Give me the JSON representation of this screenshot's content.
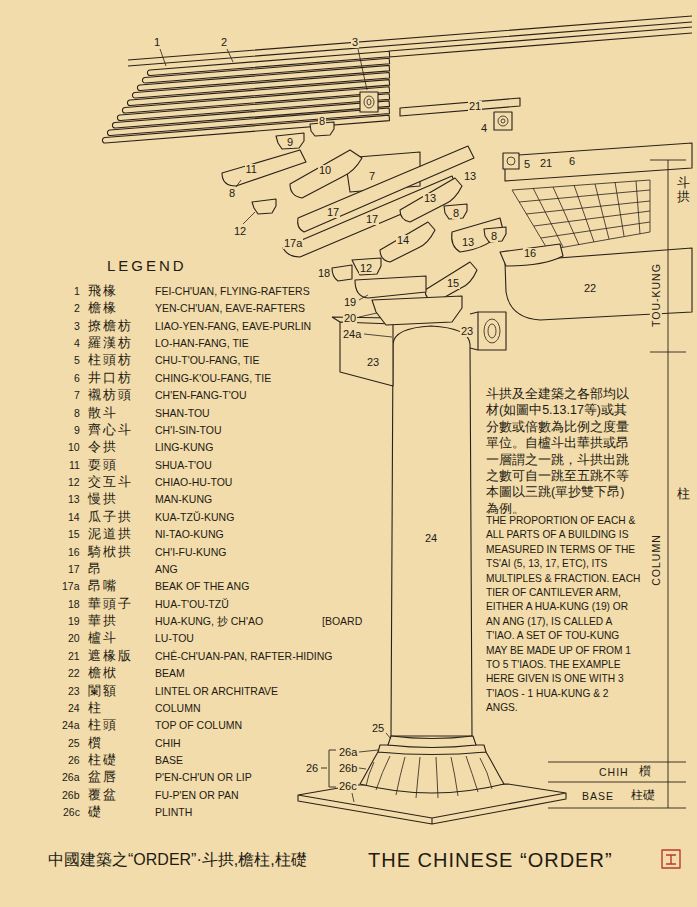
{
  "diagram": {
    "title": "THE CHINESE “ORDER”",
    "caption": "中國建築之“ORDER”·斗拱,檐柱,柱礎",
    "labels": [
      "1",
      "2",
      "3",
      "21",
      "8",
      "4",
      "9",
      "5",
      "21",
      "6",
      "11",
      "10",
      "7",
      "13",
      "13",
      "8",
      "17",
      "8",
      "12",
      "17",
      "14",
      "13",
      "8",
      "17a",
      "16",
      "12",
      "18",
      "15",
      "22",
      "19",
      "20",
      "24a",
      "23",
      "23",
      "24",
      "LEGEND",
      "1",
      "飛椽",
      "FEI-CH'UAN, FLYING-RAFTERS",
      "2",
      "檐椽",
      "YEN-CH'UAN, EAVE-RAFTERS",
      "3",
      "撩檐枋",
      "LIAO-YEN-FANG, EAVE-PURLIN",
      "4",
      "羅漢枋",
      "LO-HAN-FANG, TIE",
      "5",
      "柱頭枋",
      "CHU-T'OU-FANG, TIE",
      "6",
      "井口枋",
      "CHING-K'OU-FANG, TIE",
      "7",
      "襯枋頭",
      "CH'EN-FANG-T'OU",
      "8",
      "散斗",
      "SHAN-TOU",
      "9",
      "齊心斗",
      "CH'I-SIN-TOU",
      "10",
      "令拱",
      "LING-KUNG",
      "11",
      "耍頭",
      "SHUA-T'OU",
      "12",
      "交互斗",
      "CHIAO-HU-TOU",
      "13",
      "慢拱",
      "MAN-KUNG",
      "14",
      "瓜子拱",
      "KUA-TZŬ-KUNG",
      "15",
      "泥道拱",
      "NI-TAO-KUNG",
      "16",
      "騎栿拱",
      "CH'I-FU-KUNG",
      "17",
      "昂",
      "ANG",
      "17a",
      "昂嘴",
      "BEAK OF THE ANG",
      "18",
      "華頭子",
      "HUA-T'OU-TZŬ",
      "19",
      "華拱",
      "HUA-KUNG, 抄 CH'AO",
      "20",
      "櫨斗",
      "LU-TOU",
      "21",
      "遮椽版",
      "CHÊ-CH'UAN-PAN, RAFTER-HIDING",
      "22",
      "檐栿",
      "BEAM",
      "23",
      "闌額",
      "LINTEL OR ARCHITRAVE",
      "24",
      "柱",
      "COLUMN",
      "24a",
      "柱頭",
      "TOP OF COLUMN",
      "25",
      "櫍",
      "CHIH",
      "26",
      "柱礎",
      "BASE",
      "26a",
      "盆唇",
      "P'EN-CH'UN OR LIP",
      "26b",
      "覆盆",
      "FU-P'EN OR PAN",
      "26c",
      "礎",
      "PLINTH",
      "[BOARD",
      "斗拱",
      "TOU-KUNG",
      "斗拱及全建築之各部均以材(如圖中5.13.17等)或其分數或倍數為比例之度量單位。自櫨斗出華拱或昂一層謂之一跳，斗拱出跳之數可自一跳至五跳不等本圖以三跳(單抄雙下昂)為例。",
      "柱",
      "THE PROPORTION OF EACH & ALL PARTS OF A BUILDING IS MEASURED IN TERMS OF THE TS'AI (5, 13, 17, ETC), ITS MULTIPLES & FRACTION. EACH TIER OF CANTILEVER ARM, EITHER A HUA-KUNG (19) OR AN ANG (17), IS CALLED A T'IAO. A SET OF TOU-KUNG MAY BE MADE UP OF FROM 1 TO 5 T'IAOS. THE EXAMPLE HERE GIVEN IS ONE WITH 3 T'IAOS - 1 HUA-KUNG & 2 ANGS.",
      "COLUMN",
      "25",
      "26",
      "26a",
      "26b",
      "26c",
      "CHIH",
      "櫍",
      "BASE",
      "柱礎"
    ]
  }
}
